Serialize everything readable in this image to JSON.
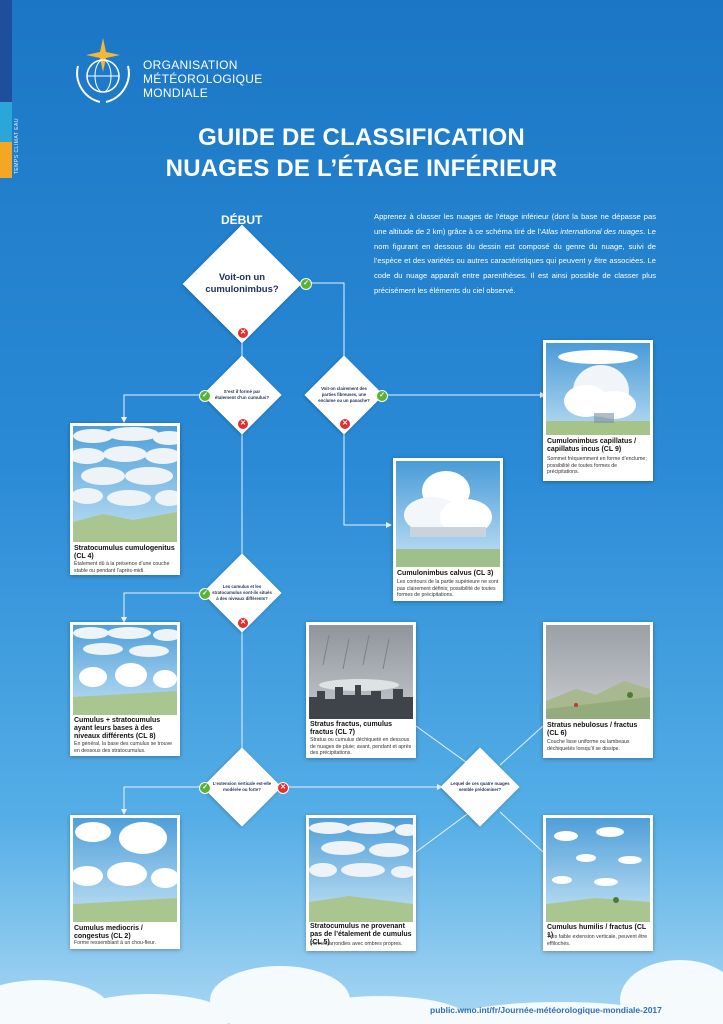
{
  "organisation": {
    "line1": "ORGANISATION",
    "line2": "MÉTÉOROLOGIQUE",
    "line3": "MONDIALE"
  },
  "side_labels": {
    "text": "TEMPS   CLIMAT   EAU"
  },
  "title": {
    "line1": "GUIDE DE CLASSIFICATION",
    "line2": "NUAGES DE L’ÉTAGE INFÉRIEUR"
  },
  "start_label": "DÉBUT",
  "intro": {
    "part1": "Apprenez à classer les nuages de l’étage inférieur (dont la base ne dépasse pas une altitude de 2 km) grâce à ce schéma tiré de l’",
    "italic": "Atlas international des nuages",
    "part2": ". Le nom figurant en dessous du dessin est composé du genre du nuage, suivi de l’espèce et des variétés ou autres caractéristiques qui peuvent y être associées. Le code du nuage apparaît entre parenthèses. Il est ainsi possible de classer plus précisément les éléments du ciel observé."
  },
  "questions": {
    "q1": "Voit-on un cumulonimbus?",
    "q2": "S’est il formé par étalement d’un cumulus?",
    "q3": "Voit-on clairement des parties fibreuses, une enclume ou un panache?",
    "q4": "Les cumulus et les stratocumulus sont-ils situés à des niveaux différents?",
    "q5": "L’extension verticale est-elle modérée ou forte?",
    "q6": "Lequel de ces quatre nuages semble prédominer?"
  },
  "cards": {
    "cl9": {
      "title": "Cumulonimbus capillatus / capillatus incus (CL 9)",
      "desc": "Sommet fréquemment en forme d’enclume; possibilité de toutes formes de précipitations."
    },
    "cl4": {
      "title": "Stratocumulus cumulogenitus (CL 4)",
      "desc": "Étalement dû à la présence d’une couche stable ou pendant l’après-midi."
    },
    "cl3": {
      "title": "Cumulonimbus calvus (CL 3)",
      "desc": "Les contours de la partie supérieure ne sont pas clairement définis; possibilité de toutes formes de précipitations."
    },
    "cl8": {
      "title": "Cumulus + stratocumulus ayant leurs bases à des niveaux différents (CL 8)",
      "desc": "En général, la base des cumulus se trouve en dessous des stratocumulus."
    },
    "cl7": {
      "title": "Stratus fractus, cumulus fractus (CL 7)",
      "desc": "Stratus ou cumulus déchiqueté en dessous de nuages de pluie; avant, pendant et après des précipitations."
    },
    "cl6": {
      "title": "Stratus nebulosus / fractus (CL 6)",
      "desc": "Couche lisse uniforme ou lambeaux déchiquetés lorsqu’il se dissipe."
    },
    "cl2": {
      "title": "Cumulus mediocris / congestus (CL 2)",
      "desc": "Forme ressemblant à un chou-fleur."
    },
    "cl5": {
      "title": "Stratocumulus ne provenant pas de l’étalement de cumulus (CL 5)",
      "desc": "Formes arrondies avec ombres propres."
    },
    "cl1": {
      "title": "Cumulus humilis / fractus (CL 1)",
      "desc": "Très faible extension verticale, peuvent être effilochés."
    }
  },
  "badges": {
    "yes": "✓",
    "no": "✕"
  },
  "footer_url": "public.wmo.int/fr/Journée-météorologique-mondiale-2017",
  "colors": {
    "stripe_top": "#1d4f9c",
    "stripe_mid": "#2aa6d8",
    "stripe_bottom": "#f5a623",
    "yes": "#5cb234",
    "no": "#e03131"
  }
}
